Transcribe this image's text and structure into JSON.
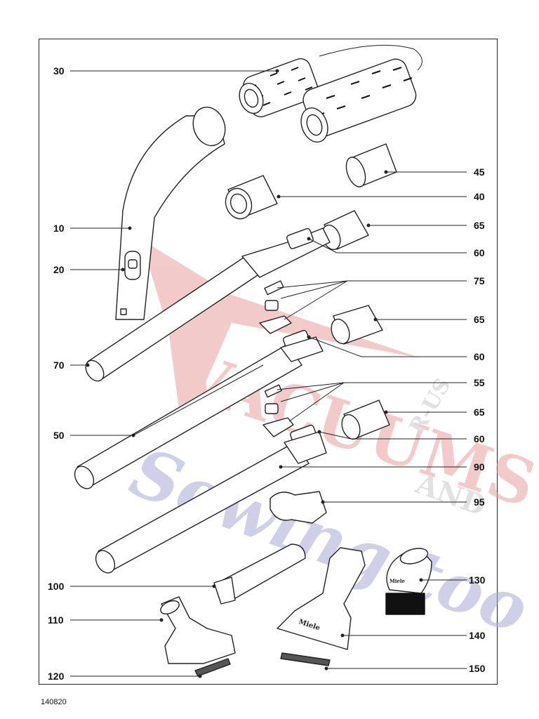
{
  "diagram": {
    "document_number": "140820",
    "labels_left": [
      "30",
      "10",
      "20",
      "70",
      "50",
      "100",
      "110",
      "120"
    ],
    "labels_right": [
      "45",
      "40",
      "65",
      "60",
      "75",
      "65",
      "60",
      "55",
      "65",
      "60",
      "90",
      "95",
      "130",
      "140",
      "150"
    ],
    "brand_text": "Miele",
    "watermark": {
      "line1": "VACUUMS",
      "line2": "Sewing too",
      "r_us": "R-US",
      "and": "AND",
      "red": "#e8a0a0",
      "blue": "#a9a9d6"
    },
    "colors": {
      "line": "#222222",
      "part_fill": "#ffffff",
      "bristle": "#111111"
    }
  }
}
